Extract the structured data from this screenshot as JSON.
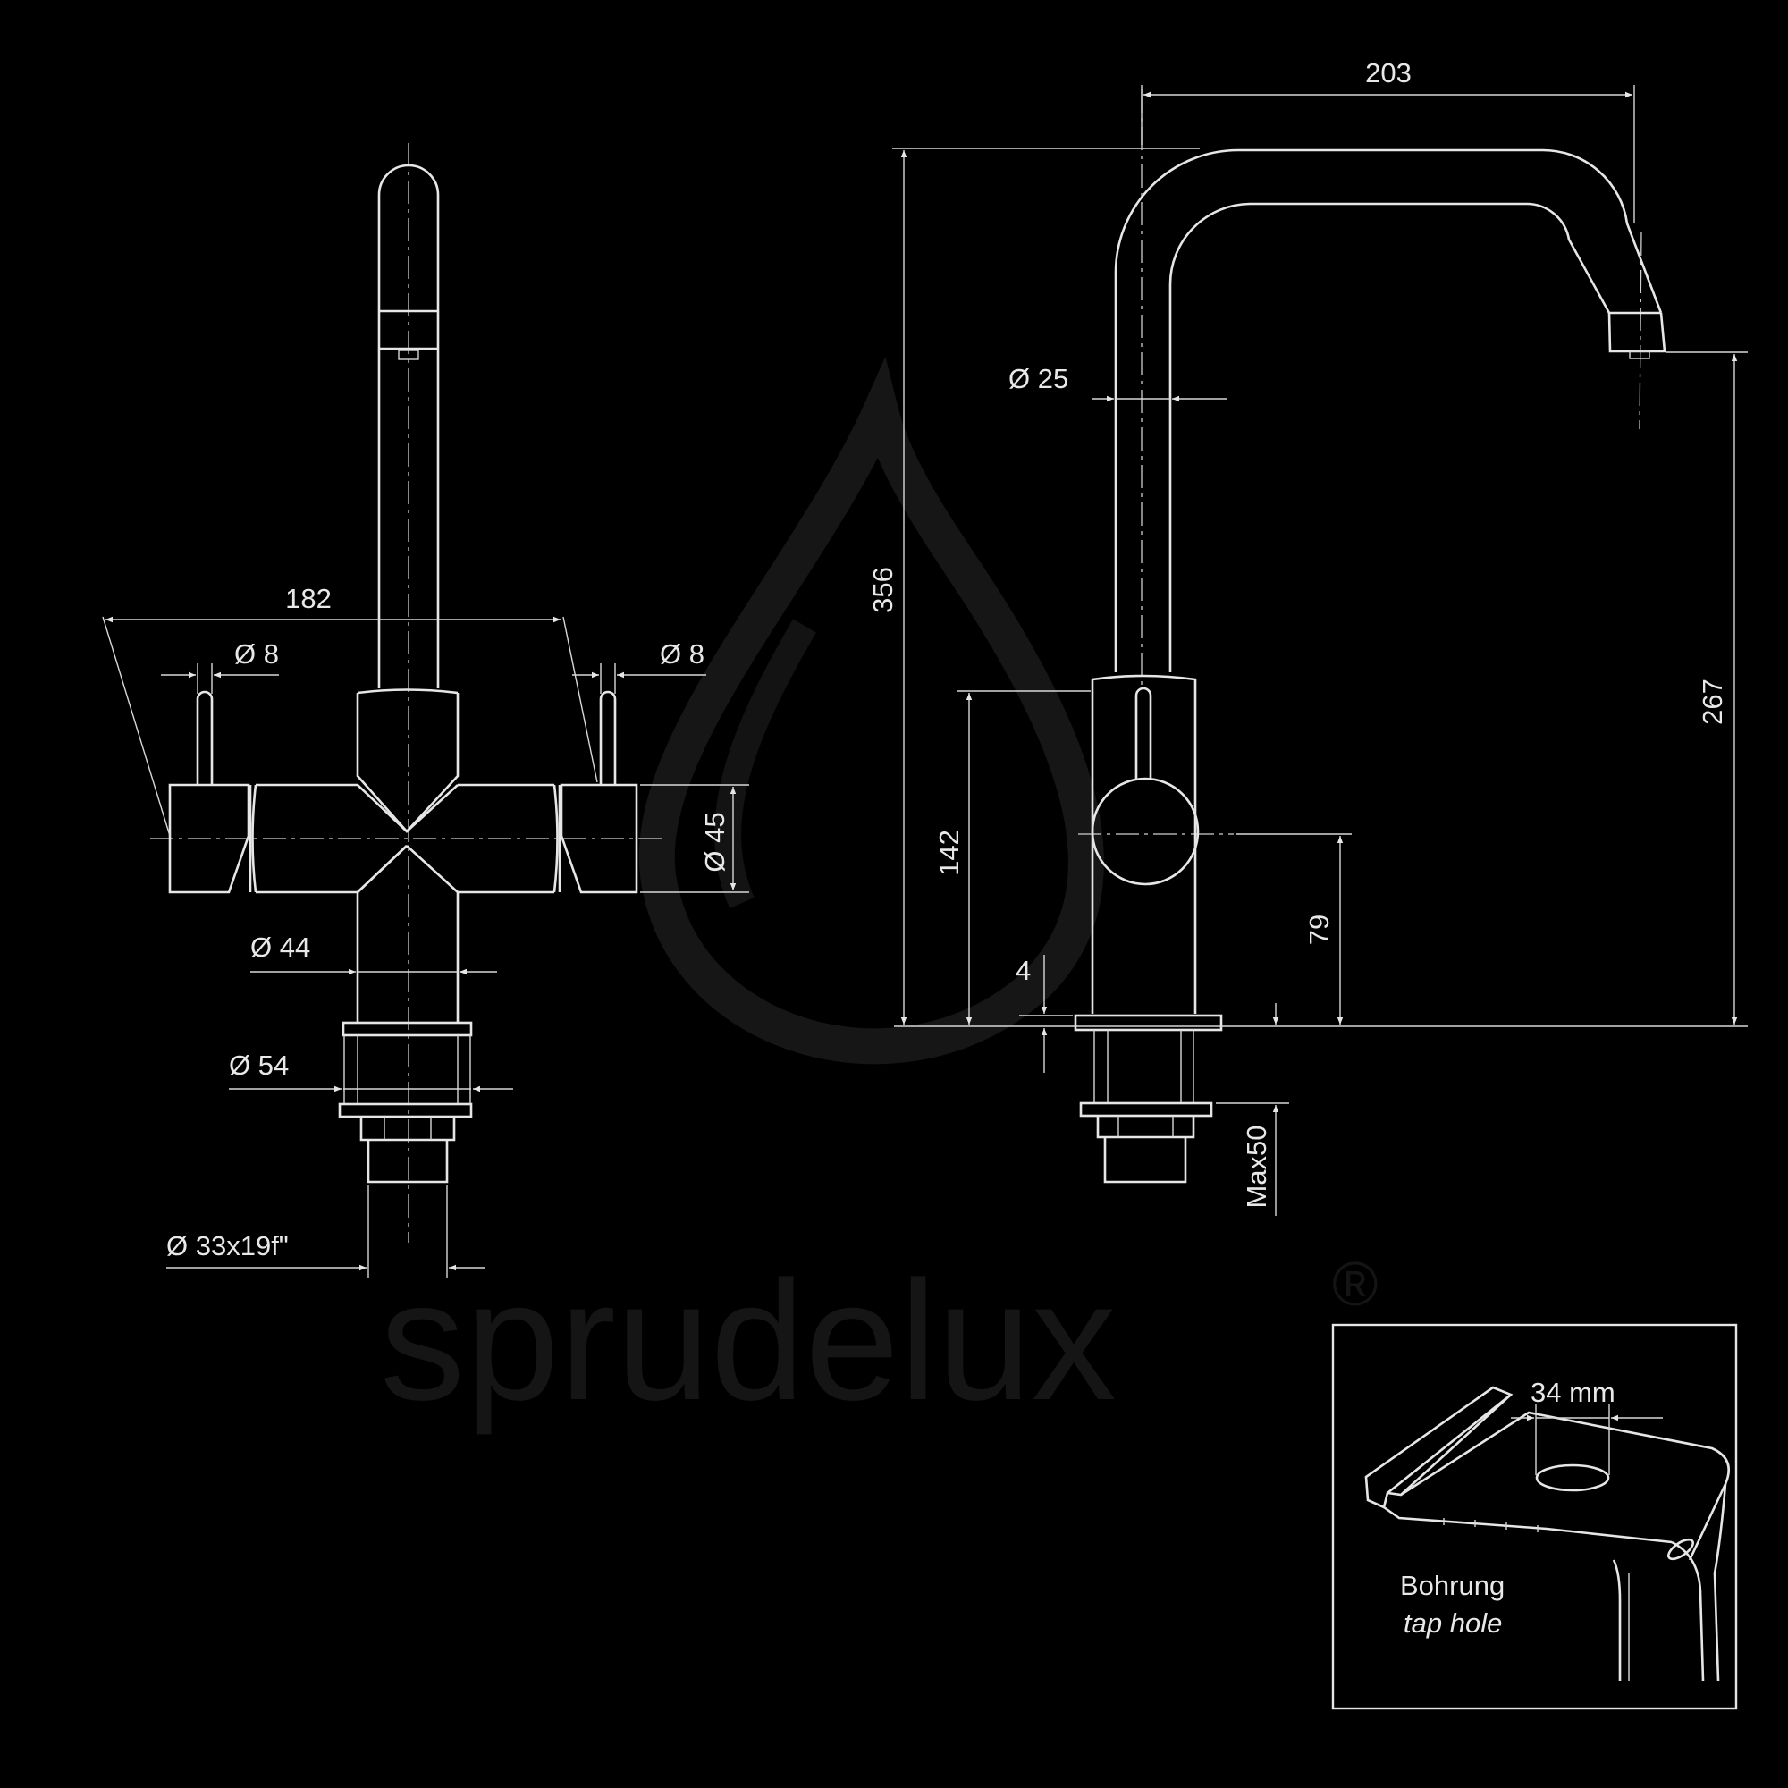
{
  "watermark": {
    "brand": "sprudelux",
    "registered": "®"
  },
  "front_view": {
    "width_total": "182",
    "lever_left_diameter": "Ø 8",
    "lever_right_diameter": "Ø 8",
    "body_diameter": "Ø 45",
    "neck_diameter": "Ø 44",
    "base_diameter": "Ø 54",
    "connection": "Ø 33x19f\""
  },
  "side_view": {
    "reach": "203",
    "spout_diameter": "Ø 25",
    "total_height": "356",
    "outlet_height": "267",
    "lever_height": "142",
    "body_center_height": "79",
    "base_thickness": "4",
    "max_counter": "Max50"
  },
  "inset": {
    "hole_size": "34 mm",
    "label_de": "Bohrung",
    "label_en": "tap hole"
  }
}
